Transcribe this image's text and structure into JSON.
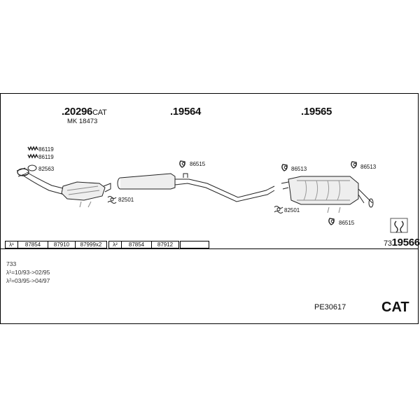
{
  "parts": {
    "catalyst": {
      "number": ".20296",
      "suffix": "CAT",
      "mk": "MK  18473"
    },
    "middle": {
      "number": ".19564"
    },
    "rear": {
      "number": ".19565"
    },
    "tailpipe": {
      "prefix": "73",
      "number": "19566"
    }
  },
  "fittings": {
    "spring_a": "86119",
    "spring_b": "86119",
    "gasket": "82563",
    "clamp_front": "82501",
    "hanger_mid": "86515",
    "hanger_rear_left": "86513",
    "hanger_rear_right": "86513",
    "clamp_rear": "82501",
    "hanger_bottom": "86515"
  },
  "ref_rows": {
    "lambda1": {
      "label": "λ¹",
      "cells": [
        "87854",
        "87910",
        "87999x2"
      ]
    },
    "lambda2": {
      "label": "λ²",
      "cells": [
        "87854",
        "87912"
      ]
    }
  },
  "notes": {
    "model": "733",
    "l1": "λ¹=10/93->02/95",
    "l2": "λ²=03/95->04/97"
  },
  "footer": {
    "code": "PE30617",
    "cat": "CAT"
  }
}
